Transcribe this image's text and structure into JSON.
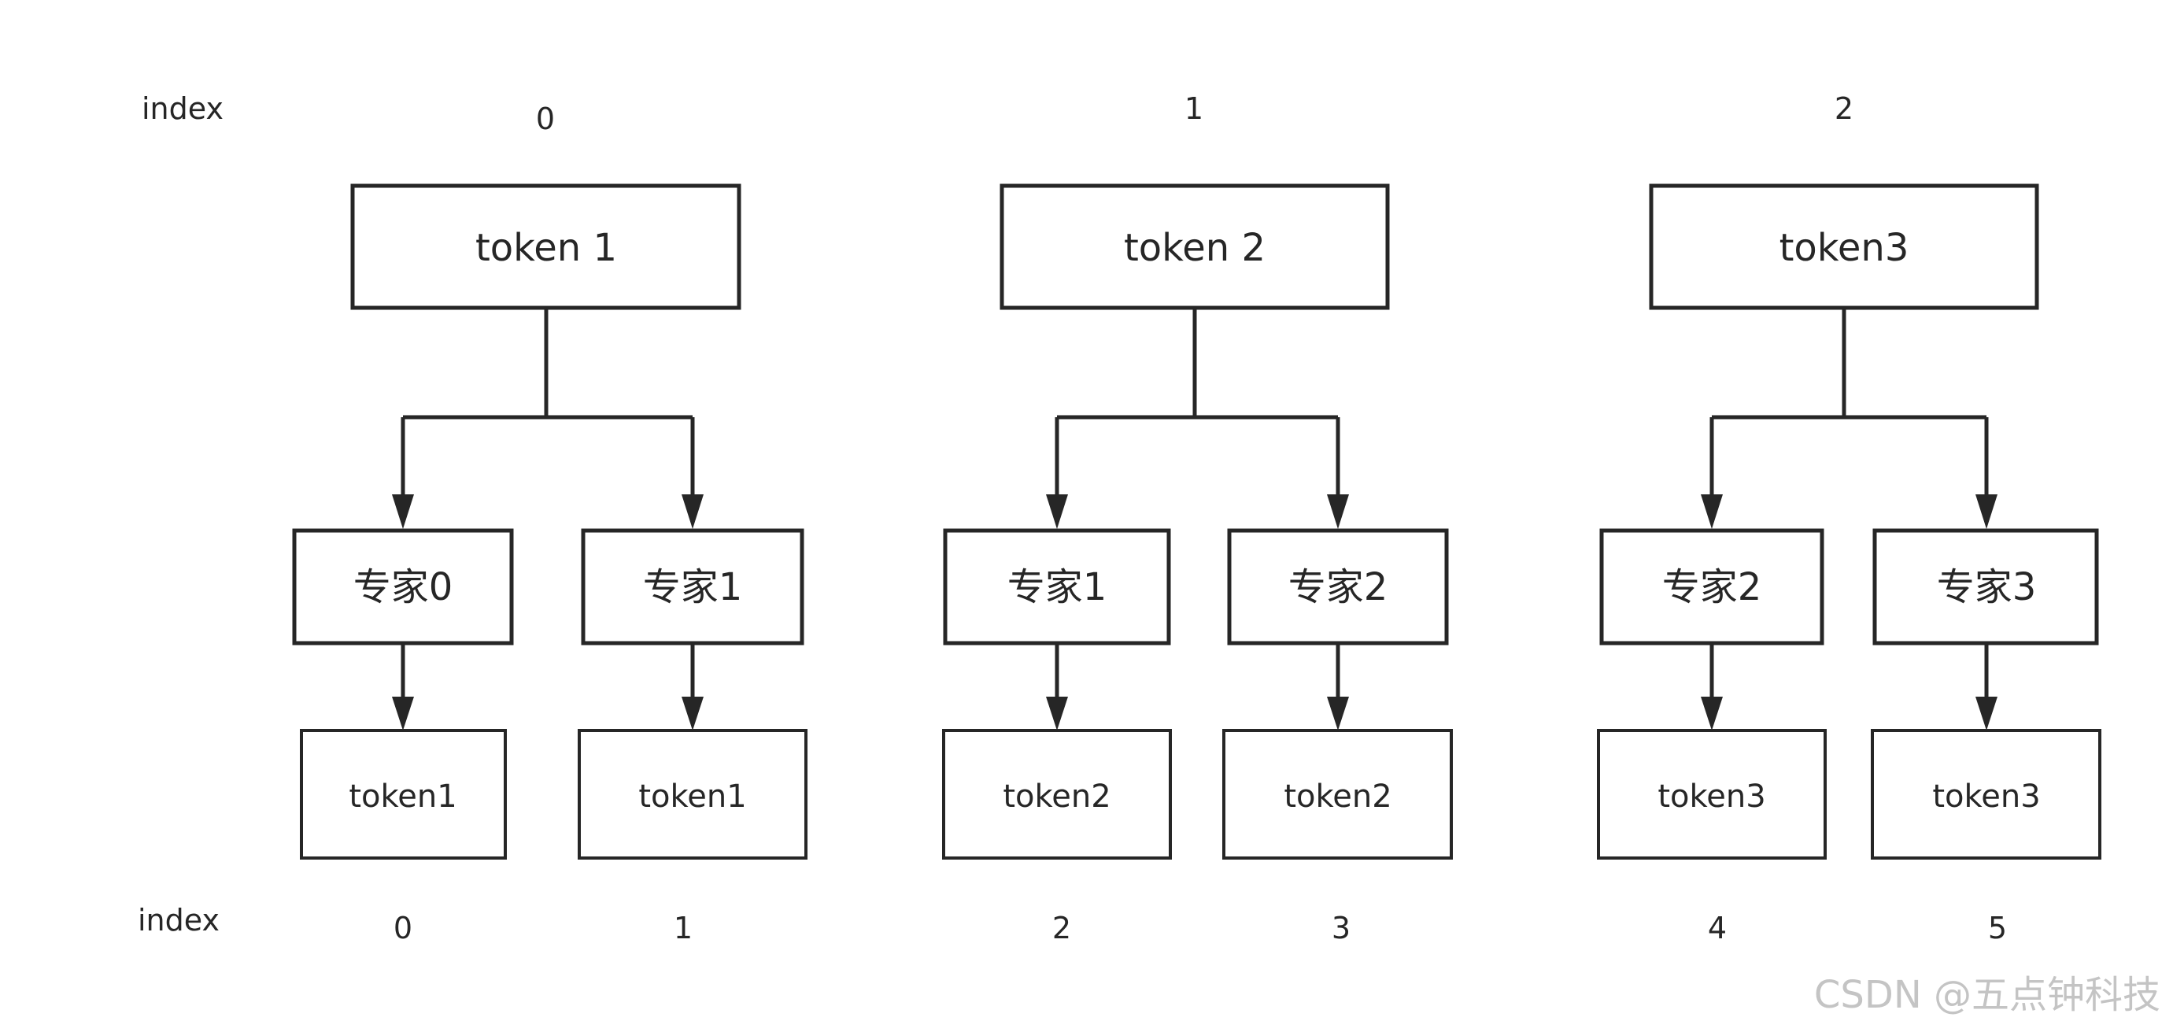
{
  "index_label_top": "index",
  "index_label_bottom": "index",
  "top_indices": [
    "0",
    "1",
    "2"
  ],
  "tokens": [
    "token 1",
    "token 2",
    "token3"
  ],
  "experts": [
    "专家0",
    "专家1",
    "专家1",
    "专家2",
    "专家2",
    "专家3"
  ],
  "outputs": [
    "token1",
    "token1",
    "token2",
    "token2",
    "token3",
    "token3"
  ],
  "bottom_indices": [
    "0",
    "1",
    "2",
    "3",
    "4",
    "5"
  ],
  "watermark": "CSDN @五点钟科技"
}
